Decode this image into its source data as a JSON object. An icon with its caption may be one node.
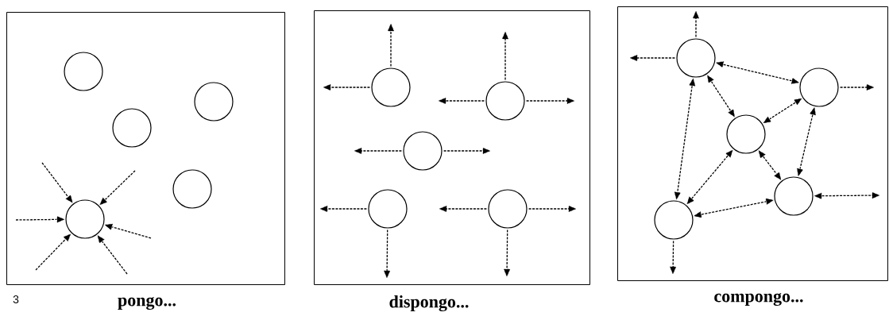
{
  "diagram": {
    "nodes": [
      {
        "text": [],
        "shape": "box",
        "beside": [
          "pongo..."
        ]
      },
      {
        "text": [],
        "shape": "circle",
        "in": 0
      },
      {
        "text": [],
        "shape": "circle",
        "in": 0
      },
      {
        "text": [],
        "shape": "circle",
        "in": 0
      },
      {
        "text": [],
        "shape": "circle",
        "in": 0
      },
      {
        "text": [],
        "shape": "circle",
        "in": 0
      },
      {
        "text": [],
        "shape": "box",
        "beside": [
          "dispongo..."
        ]
      },
      {
        "text": [],
        "shape": "circle",
        "in": 6
      },
      {
        "text": [],
        "shape": "circle",
        "in": 6
      },
      {
        "text": [],
        "shape": "circle",
        "in": 6
      },
      {
        "text": [],
        "shape": "circle",
        "in": 6
      },
      {
        "text": [],
        "shape": "circle",
        "in": 6
      },
      {
        "text": [],
        "shape": "box",
        "beside": [
          "compongo..."
        ]
      },
      {
        "text": [],
        "shape": "circle",
        "in": 12
      },
      {
        "text": [],
        "shape": "circle",
        "in": 12
      },
      {
        "text": [],
        "shape": "circle",
        "in": 12
      },
      {
        "text": [],
        "shape": "circle",
        "in": 12
      },
      {
        "text": [],
        "shape": "circle",
        "in": 12
      }
    ],
    "edges": [
      {
        "from": null,
        "to": 5,
        "arrow": "to"
      },
      {
        "from": null,
        "to": 5,
        "arrow": "to"
      },
      {
        "from": null,
        "to": 5,
        "arrow": "to"
      },
      {
        "from": null,
        "to": 5,
        "arrow": "to"
      },
      {
        "from": null,
        "to": 5,
        "arrow": "to"
      },
      {
        "from": null,
        "to": 5,
        "arrow": "to"
      },
      {
        "from": 7,
        "to": null,
        "arrow": "to"
      },
      {
        "from": 7,
        "to": null,
        "arrow": "to"
      },
      {
        "from": 8,
        "to": null,
        "arrow": "to"
      },
      {
        "from": 8,
        "to": null,
        "arrow": "to"
      },
      {
        "from": 8,
        "to": null,
        "arrow": "to"
      },
      {
        "from": 9,
        "to": null,
        "arrow": "to"
      },
      {
        "from": 9,
        "to": null,
        "arrow": "to"
      },
      {
        "from": 10,
        "to": null,
        "arrow": "to"
      },
      {
        "from": 10,
        "to": null,
        "arrow": "to"
      },
      {
        "from": 11,
        "to": null,
        "arrow": "to"
      },
      {
        "from": 11,
        "to": null,
        "arrow": "to"
      },
      {
        "from": 11,
        "to": null,
        "arrow": "to"
      },
      {
        "from": 13,
        "to": null,
        "arrow": "to"
      },
      {
        "from": 13,
        "to": null,
        "arrow": "to"
      },
      {
        "from": 14,
        "to": null,
        "arrow": "to"
      },
      {
        "from": 16,
        "to": null,
        "arrow": "both"
      },
      {
        "from": 17,
        "to": null,
        "arrow": "to"
      },
      {
        "from": 13,
        "to": 14,
        "arrow": "both"
      },
      {
        "from": 13,
        "to": 15,
        "arrow": "both"
      },
      {
        "from": 13,
        "to": 17,
        "arrow": "both"
      },
      {
        "from": 14,
        "to": 15,
        "arrow": "both"
      },
      {
        "from": 14,
        "to": 16,
        "arrow": "both"
      },
      {
        "from": 15,
        "to": 17,
        "arrow": "both"
      },
      {
        "from": 15,
        "to": 16,
        "arrow": "both"
      },
      {
        "from": 17,
        "to": 16,
        "arrow": "both"
      }
    ],
    "labels": [
      "3"
    ]
  }
}
